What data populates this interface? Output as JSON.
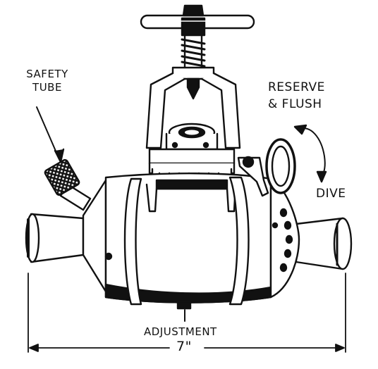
{
  "labels": {
    "safety_tube_line1": "SAFETY",
    "safety_tube_line2": "TUBE",
    "reserve_line1": "RESERVE",
    "reserve_line2": "& FLUSH",
    "dive": "DIVE",
    "adjustment": "ADJUSTMENT",
    "dimension": "7\""
  }
}
